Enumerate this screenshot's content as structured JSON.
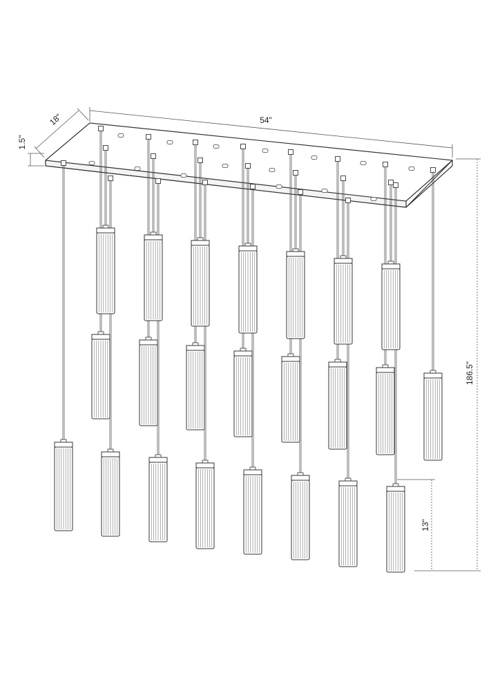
{
  "dimensions": {
    "length": "54\"",
    "depth": "18\"",
    "canopy_height": "1.5\"",
    "overall_height": "186.5\"",
    "shade_height": "13\""
  },
  "colors": {
    "line": "#555555",
    "stroke_dark": "#333333",
    "fill": "#ffffff"
  }
}
